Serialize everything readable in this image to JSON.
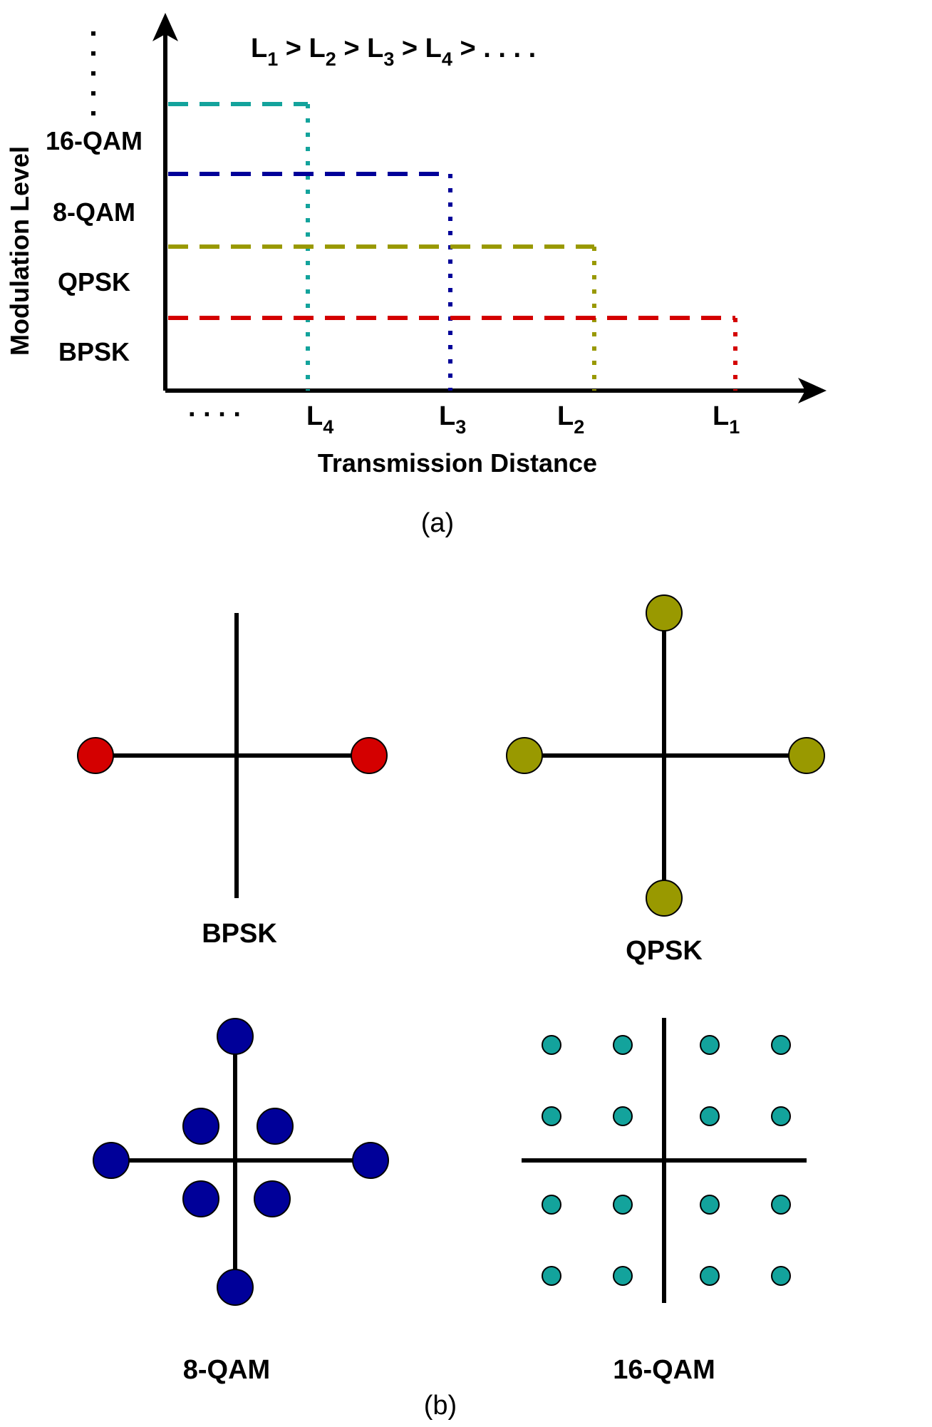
{
  "colors": {
    "axis": "#000000",
    "bpsk": "#d40000",
    "qpsk": "#999900",
    "qam8": "#000099",
    "qam16": "#13a39c"
  },
  "panel_a": {
    "relation_text": [
      "L",
      "1",
      " > L",
      "2",
      " > L",
      "3",
      " > L",
      "4",
      " > . . . ."
    ],
    "ylabel": "Modulation Level",
    "xlabel": "Transmission Distance",
    "y_ellipsis": "⋮",
    "x_ellipsis": ". . . .",
    "levels": [
      {
        "name": "BPSK",
        "distance_label": "L",
        "distance_sub": "1",
        "color_key": "bpsk"
      },
      {
        "name": "QPSK",
        "distance_label": "L",
        "distance_sub": "2",
        "color_key": "qpsk"
      },
      {
        "name": "8-QAM",
        "distance_label": "L",
        "distance_sub": "3",
        "color_key": "qam8"
      },
      {
        "name": "16-QAM",
        "distance_label": "L",
        "distance_sub": "4",
        "color_key": "qam16"
      }
    ],
    "caption": "(a)"
  },
  "panel_b": {
    "constellations": [
      {
        "name": "BPSK",
        "color_key": "bpsk",
        "points": 2
      },
      {
        "name": "QPSK",
        "color_key": "qpsk",
        "points": 4
      },
      {
        "name": "8-QAM",
        "color_key": "qam8",
        "points": 8
      },
      {
        "name": "16-QAM",
        "color_key": "qam16",
        "points": 16
      }
    ],
    "caption": "(b)"
  }
}
